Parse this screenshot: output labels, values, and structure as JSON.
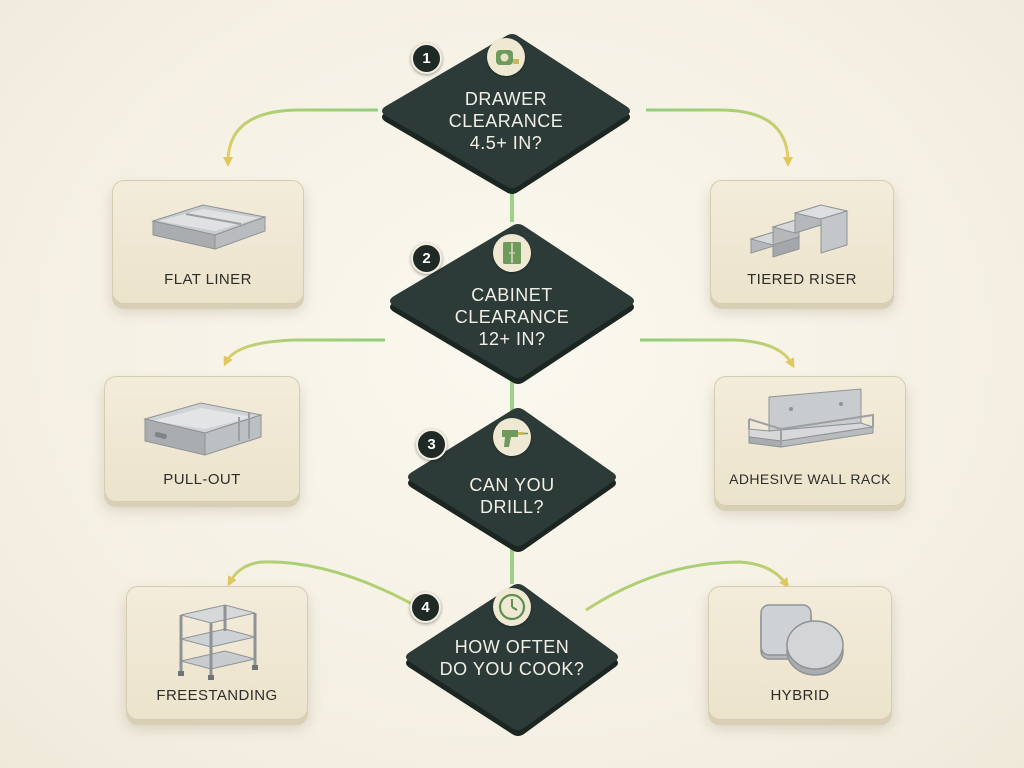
{
  "decisions": [
    {
      "number": "1",
      "question": "Drawer\nClearance\n4.5+ in?",
      "icon": "tape-measure-icon"
    },
    {
      "number": "2",
      "question": "Cabinet\nClearance\n12+ in?",
      "icon": "cabinet-icon"
    },
    {
      "number": "3",
      "question": "Can you\nDrill?",
      "icon": "drill-icon"
    },
    {
      "number": "4",
      "question": "How often\ndo you cook?",
      "icon": "clock-icon"
    }
  ],
  "outcomes": [
    {
      "label": "Flat Liner",
      "icon": "flat-tray-icon"
    },
    {
      "label": "Tiered Riser",
      "icon": "tiered-riser-icon"
    },
    {
      "label": "Pull-Out",
      "icon": "pull-out-drawer-icon"
    },
    {
      "label": "Adhesive Wall Rack",
      "icon": "wall-rack-icon"
    },
    {
      "label": "Freestanding",
      "icon": "freestanding-shelf-icon"
    },
    {
      "label": "Hybrid",
      "icon": "hybrid-icon"
    }
  ],
  "colors": {
    "diamond": "#2c3b37",
    "diamond_edge": "#1b2623",
    "connector_green": "#8fcf7a",
    "connector_yellow": "#e5cf6a",
    "card_bg": "#efe6d1",
    "icon_green": "#5e8f52"
  }
}
